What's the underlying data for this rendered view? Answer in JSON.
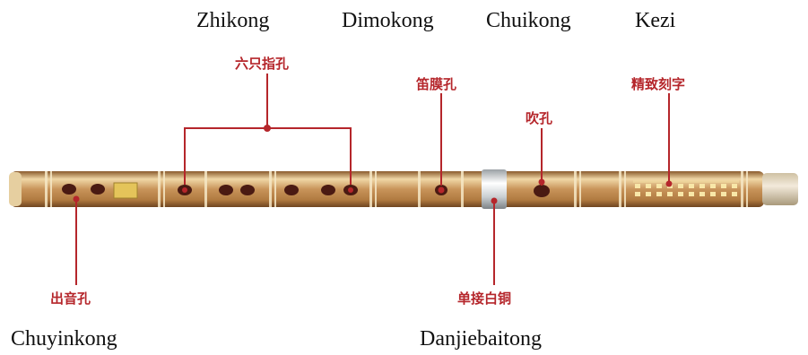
{
  "english_labels": {
    "zhikong": "Zhikong",
    "dimokong": "Dimokong",
    "chuikong": "Chuikong",
    "kezi": "Kezi",
    "chuyinkong": "Chuyinkong",
    "danjiebaitong": "Danjiebaitong"
  },
  "chinese_labels": {
    "six_finger_holes": "六只指孔",
    "membrane_hole": "笛膜孔",
    "blow_hole": "吹孔",
    "engraving": "精致刻字",
    "sound_hole": "出音孔",
    "copper_joint": "单接白铜"
  },
  "colors": {
    "annotation": "#b5262b",
    "bamboo_light": "#f0d7a6",
    "bamboo_mid": "#c8945a",
    "bamboo_dark": "#8a5a2c",
    "hole": "#4a1a12"
  }
}
